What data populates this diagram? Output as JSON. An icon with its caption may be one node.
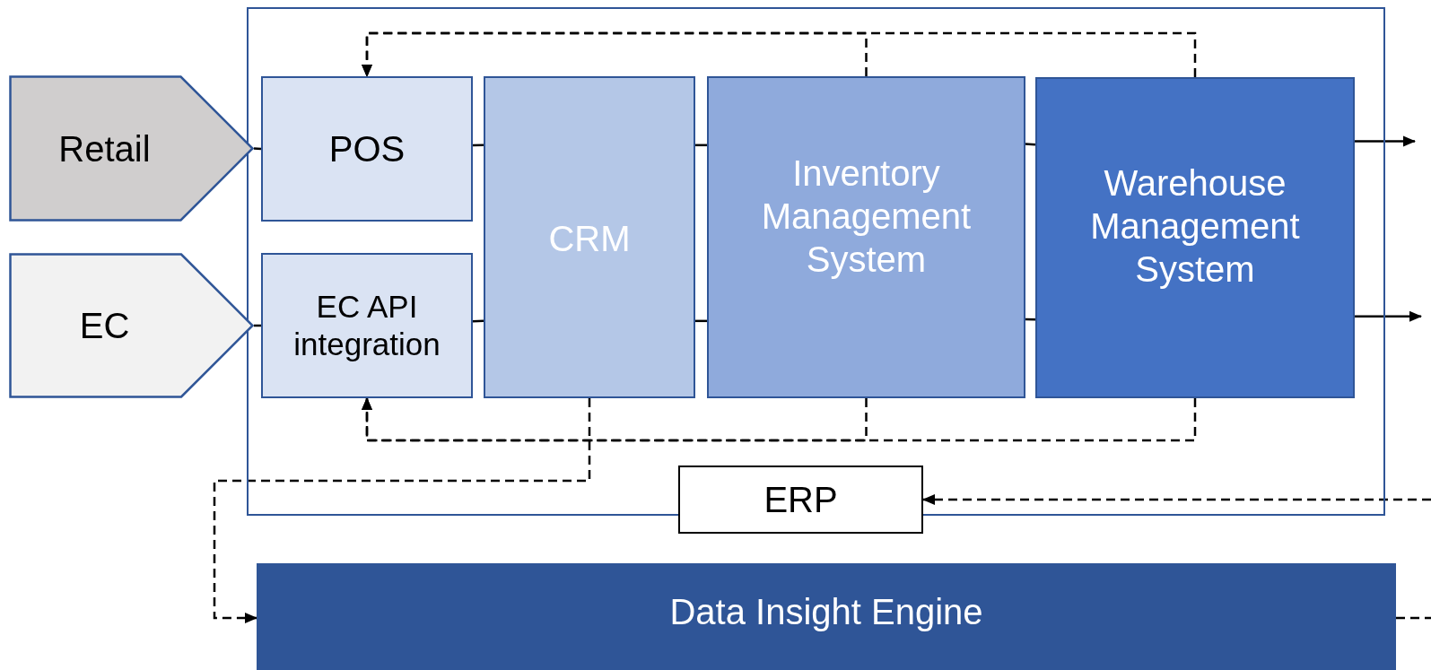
{
  "diagram": {
    "nodes": [
      {
        "text": [],
        "shape": "box"
      },
      {
        "text": [
          "Retail"
        ]
      },
      {
        "text": [
          "EC"
        ]
      },
      {
        "text": [
          "POS"
        ],
        "in": 0
      },
      {
        "text": [
          "EC API integration"
        ],
        "in": 0
      },
      {
        "text": [
          "CRM"
        ],
        "in": 0
      },
      {
        "text": [
          "Inventory Management System"
        ],
        "in": 0
      },
      {
        "text": [
          "Warehouse Management System"
        ],
        "in": 0
      },
      {
        "text": [
          "ERP"
        ]
      },
      {
        "text": [
          "Data Insight Engine"
        ]
      }
    ],
    "edges": [
      {
        "from": 1,
        "to": 3,
        "arrow": "none"
      },
      {
        "from": 2,
        "to": 4,
        "arrow": "none"
      },
      {
        "from": 3,
        "to": 5,
        "arrow": "none"
      },
      {
        "from": 4,
        "to": 5,
        "arrow": "none"
      },
      {
        "from": 5,
        "to": 6,
        "arrow": "none"
      },
      {
        "from": 5,
        "to": 6,
        "arrow": "none"
      },
      {
        "from": 6,
        "to": 7,
        "arrow": "none"
      },
      {
        "from": 6,
        "to": 7,
        "arrow": "none"
      },
      {
        "from": 7,
        "to": null,
        "arrow": "to"
      },
      {
        "from": 7,
        "to": null,
        "arrow": "to"
      },
      {
        "from": 6,
        "to": 3,
        "arrow": "to",
        "style": "dashed"
      },
      {
        "from": 7,
        "to": 3,
        "arrow": "to",
        "style": "dashed"
      },
      {
        "from": 6,
        "to": 4,
        "arrow": "to",
        "style": "dashed"
      },
      {
        "from": 7,
        "to": 4,
        "arrow": "to",
        "style": "dashed"
      },
      {
        "from": 5,
        "to": 9,
        "arrow": "to",
        "style": "dashed"
      },
      {
        "from": null,
        "to": 8,
        "arrow": "to",
        "style": "dashed"
      },
      {
        "from": 9,
        "to": null,
        "arrow": "none",
        "style": "dashed"
      }
    ]
  }
}
